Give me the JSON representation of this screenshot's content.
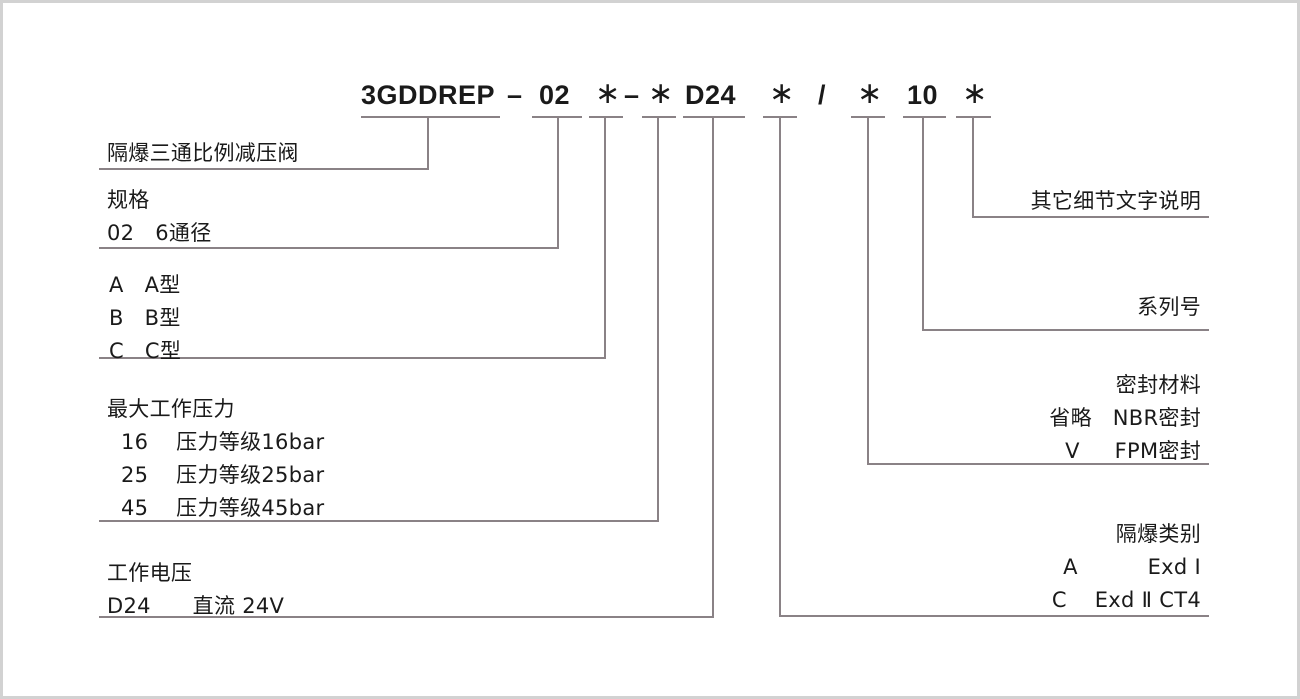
{
  "diagram": {
    "title_code": "3GDDREP - 02 * - * D24 * / * 10 *",
    "code_segments": [
      {
        "id": "model",
        "text": "3GDDREP",
        "style": "bold"
      },
      {
        "id": "dash1",
        "text": "–",
        "style": "bold"
      },
      {
        "id": "size",
        "text": "02",
        "style": "bold"
      },
      {
        "id": "type",
        "text": "∗",
        "style": "star"
      },
      {
        "id": "dash2",
        "text": "–",
        "style": "bold"
      },
      {
        "id": "pressure",
        "text": "∗",
        "style": "star"
      },
      {
        "id": "voltage",
        "text": "D24",
        "style": "bold"
      },
      {
        "id": "explosion",
        "text": "∗",
        "style": "star"
      },
      {
        "id": "slash",
        "text": "/",
        "style": "bold"
      },
      {
        "id": "seal",
        "text": "∗",
        "style": "star"
      },
      {
        "id": "series",
        "text": "10",
        "style": "bold"
      },
      {
        "id": "detail",
        "text": "∗",
        "style": "star"
      }
    ],
    "left_labels": {
      "product_name": {
        "lines": [
          "隔爆三通比例减压阀"
        ]
      },
      "size": {
        "lines": [
          "规格",
          "02   6通径"
        ]
      },
      "type": {
        "lines": [
          "A   A型",
          "B   B型",
          "C   C型"
        ]
      },
      "pressure": {
        "lines": [
          "最大工作压力",
          "  16    压力等级16bar",
          "  25    压力等级25bar",
          "  45    压力等级45bar"
        ]
      },
      "voltage": {
        "lines": [
          "工作电压",
          "D24      直流 24V"
        ]
      }
    },
    "right_labels": {
      "detail": {
        "lines": [
          "其它细节文字说明"
        ]
      },
      "series": {
        "lines": [
          "系列号"
        ]
      },
      "seal": {
        "lines": [
          "密封材料",
          "省略   NBR密封",
          "V     FPM密封"
        ]
      },
      "explosion": {
        "lines": [
          "隔爆类别",
          "A          Exd Ⅰ",
          "C    Exd Ⅱ CT4"
        ]
      }
    },
    "colors": {
      "line": "#8a8286",
      "text": "#1a1a1a",
      "border": "#d2d2d2",
      "background": "#ffffff"
    }
  }
}
